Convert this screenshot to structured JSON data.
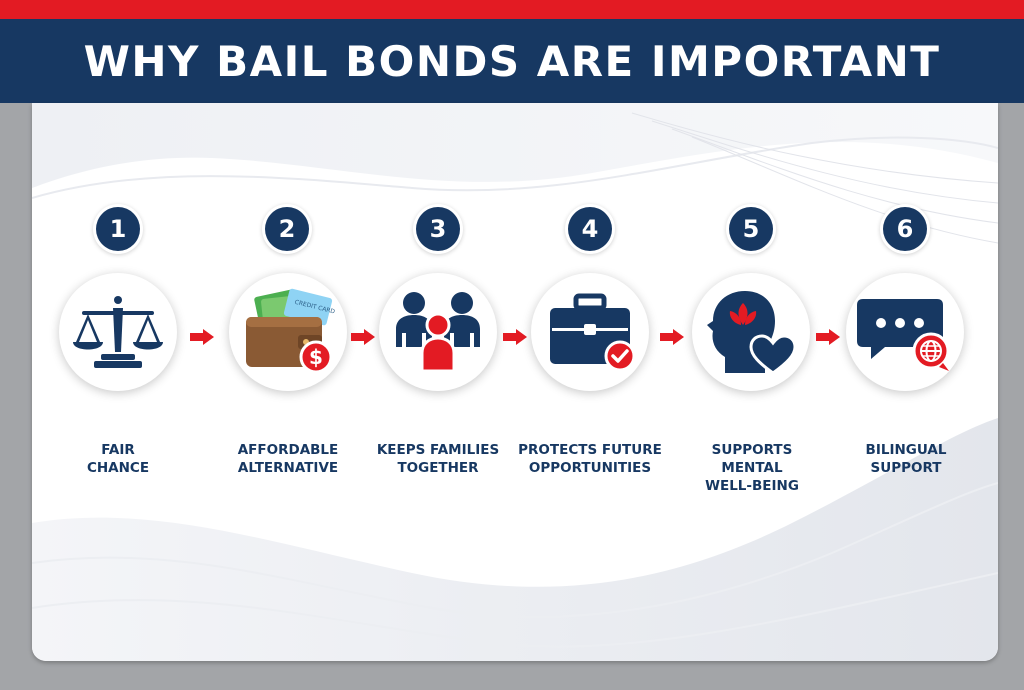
{
  "title": "WHY BAIL BONDS ARE IMPORTANT",
  "steps": [
    {
      "number": "1",
      "icon": "scales-of-justice-icon",
      "label_lines": [
        "FAIR",
        "CHANCE"
      ]
    },
    {
      "number": "2",
      "icon": "wallet-money-icon",
      "label_lines": [
        "AFFORDABLE",
        "ALTERNATIVE"
      ],
      "card_text": "CREDIT CARD"
    },
    {
      "number": "3",
      "icon": "family-icon",
      "label_lines": [
        "KEEPS FAMILIES",
        "TOGETHER"
      ]
    },
    {
      "number": "4",
      "icon": "briefcase-check-icon",
      "label_lines": [
        "PROTECTS FUTURE",
        "OPPORTUNITIES"
      ]
    },
    {
      "number": "5",
      "icon": "head-lotus-heart-icon",
      "label_lines": [
        "SUPPORTS",
        "MENTAL",
        "WELL-BEING"
      ]
    },
    {
      "number": "6",
      "icon": "chat-globe-icon",
      "label_lines": [
        "BILINGUAL",
        "SUPPORT"
      ]
    }
  ],
  "colors": {
    "navy": "#173862",
    "red": "#e31b23",
    "frame_gray": "#a3a5a8",
    "white": "#ffffff"
  }
}
